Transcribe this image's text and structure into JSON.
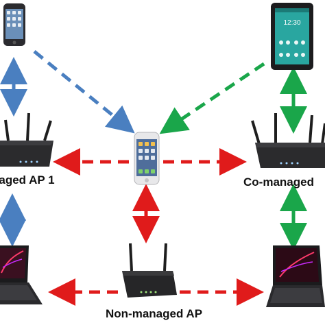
{
  "labels": {
    "ap1": "naged AP 1",
    "ap2": "Co-managed",
    "non_managed": "Non-managed AP"
  },
  "colors": {
    "blue_link": "#4a7fc0",
    "green_link": "#1aa64a",
    "red_link": "#e01b1b"
  },
  "icons": [
    "smartphone-icon",
    "tablet-icon",
    "router-icon",
    "laptop-icon"
  ]
}
